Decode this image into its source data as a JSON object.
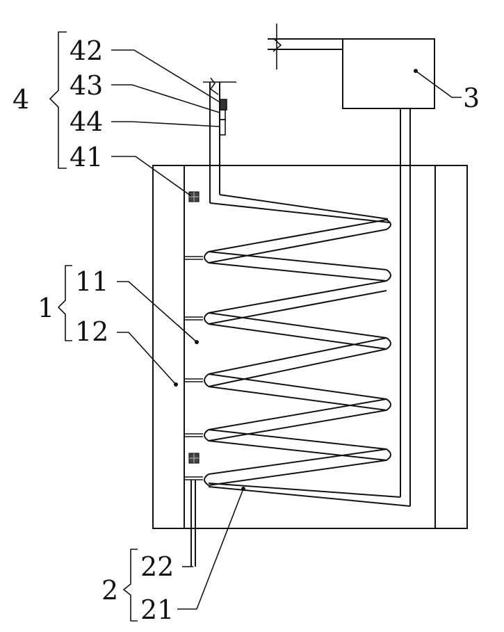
{
  "labels": {
    "group_4": "4",
    "l42": "42",
    "l43": "43",
    "l44": "44",
    "l41": "41",
    "l3": "3",
    "group_1": "1",
    "l11": "11",
    "l12": "12",
    "group_2": "2",
    "l22": "22",
    "l21": "21"
  },
  "colors": {
    "line": "#111111",
    "background": "#ffffff"
  }
}
